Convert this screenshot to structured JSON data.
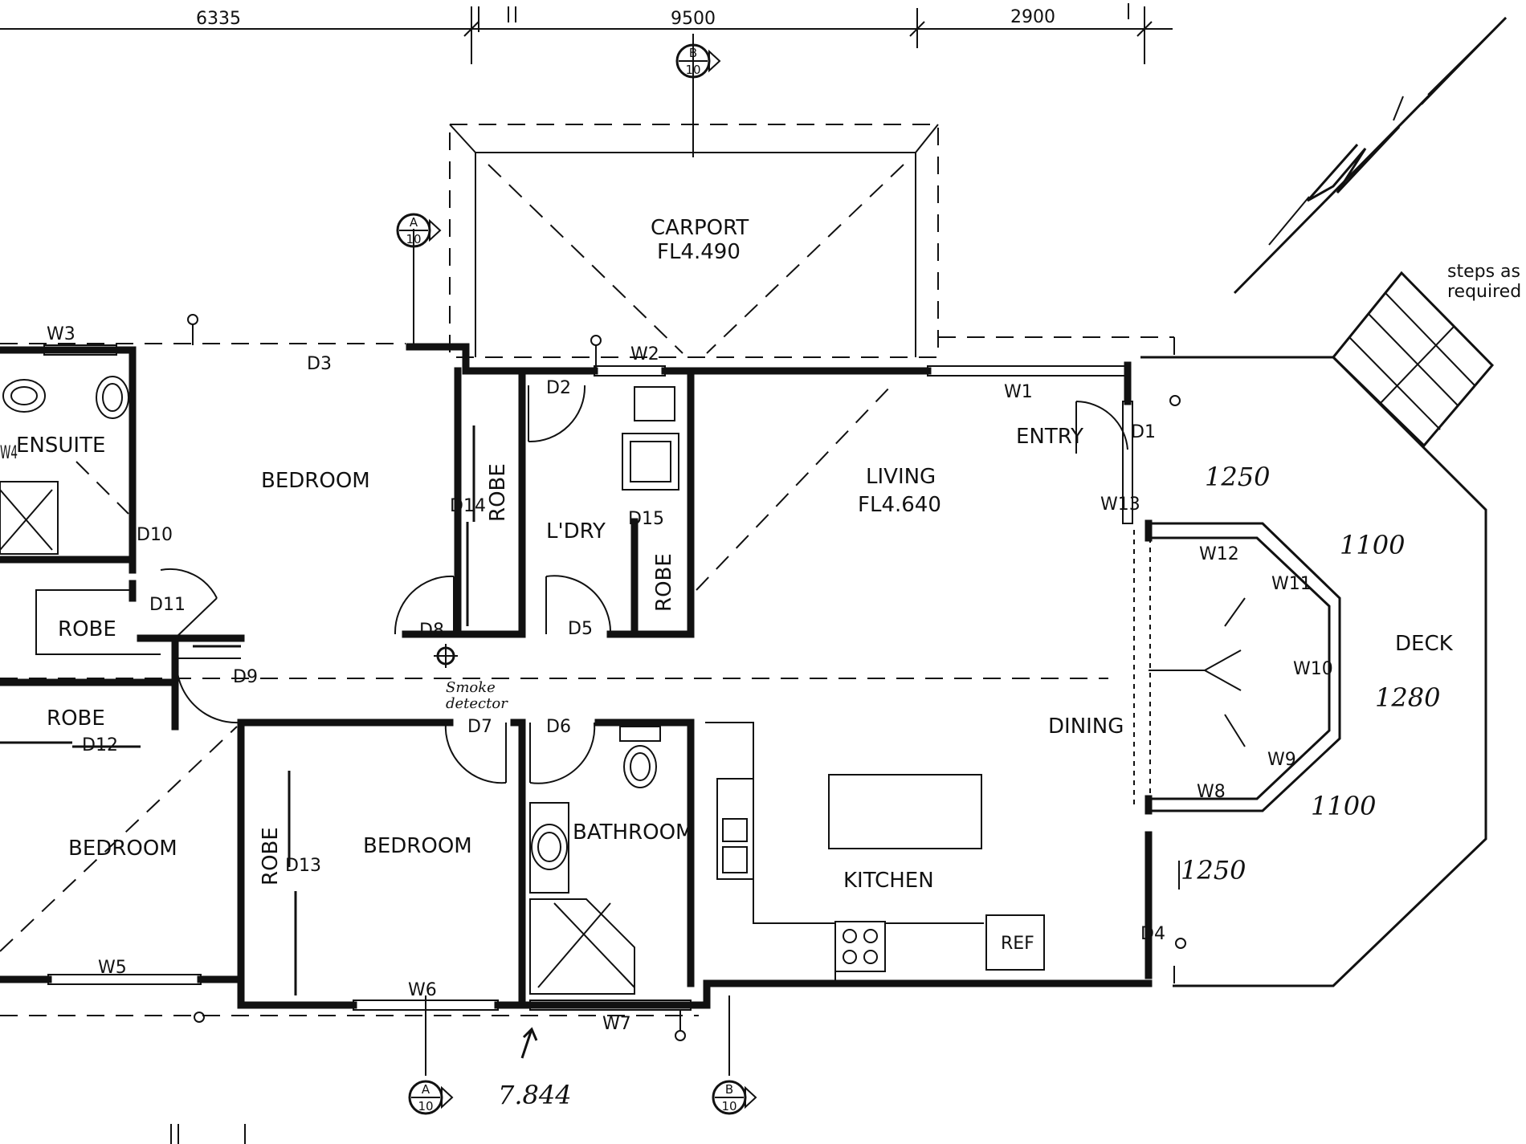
{
  "dimensions": {
    "d1": "6335",
    "d2": "9500",
    "d3": "2900"
  },
  "rooms": {
    "carport": "CARPORT",
    "carport_fl": "FL4.490",
    "living": "LIVING",
    "living_fl": "FL4.640",
    "entry": "ENTRY",
    "ensuite": "ENSUITE",
    "bedroom_main": "BEDROOM",
    "bedroom_left": "BEDROOM",
    "bedroom_mid": "BEDROOM",
    "robe_1": "ROBE",
    "robe_2": "ROBE",
    "robe_3": "ROBE",
    "robe_4": "ROBE",
    "robe_5": "ROBE",
    "laundry": "L'DRY",
    "bathroom": "BATHROOM",
    "kitchen": "KITCHEN",
    "dining": "DINING",
    "deck": "DECK",
    "ref": "REF"
  },
  "doors": [
    "D1",
    "D2",
    "D3",
    "D4",
    "D5",
    "D6",
    "D7",
    "D8",
    "D9",
    "D10",
    "D11",
    "D12",
    "D13",
    "D14",
    "D15"
  ],
  "windows": [
    "W1",
    "W2",
    "W3",
    "W4",
    "W5",
    "W6",
    "W7",
    "W8",
    "W9",
    "W10",
    "W11",
    "W12",
    "W13"
  ],
  "notes": {
    "steps_1": "steps as",
    "steps_2": "required",
    "smoke_1": "Smoke",
    "smoke_2": "detector"
  },
  "handwritten": {
    "h1": "1250",
    "h2": "1100",
    "h3": "1280",
    "h4": "1100",
    "h5": "1250",
    "h6": "7.844"
  },
  "section_markers": [
    {
      "letter": "B",
      "sheet": "10"
    },
    {
      "letter": "A",
      "sheet": "10"
    },
    {
      "letter": "A",
      "sheet": "10"
    },
    {
      "letter": "B",
      "sheet": "10"
    }
  ]
}
